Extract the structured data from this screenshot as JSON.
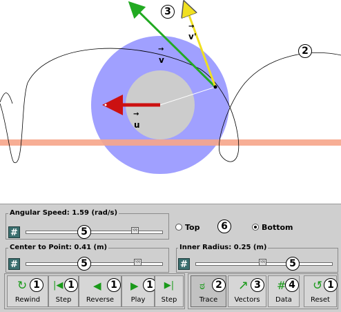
{
  "sim": {
    "vector_labels": {
      "v": "v",
      "v_prime": "v'",
      "u": "u",
      "arrow": "→"
    },
    "badges": {
      "green": "3",
      "curve": "2"
    },
    "colors": {
      "disk_outer": "#a0a0ff",
      "disk_inner": "#cccccc",
      "ground": "#f6a58a",
      "vec_v": "#22aa22",
      "vec_v_prime": "#f0e020",
      "vec_u": "#cc1111"
    }
  },
  "controls": {
    "angular_speed": {
      "label": "Angular Speed: 1.59 (rad/s)",
      "hash": "#",
      "badge": "5",
      "fraction": 0.8
    },
    "center_to_point": {
      "label": "Center to Point: 0.41 (m)",
      "hash": "#",
      "badge": "5",
      "fraction": 0.82
    },
    "inner_radius": {
      "label": "Inner Radius: 0.25 (m)",
      "hash": "#",
      "badge": "5",
      "fraction": 0.5
    },
    "view": {
      "top_label": "Top",
      "bottom_label": "Bottom",
      "selected": "Bottom",
      "badge": "6"
    },
    "buttons": [
      {
        "label": "Rewind",
        "icon": "↻",
        "badge": "1",
        "icon_name": "rewind-icon"
      },
      {
        "label": "Step",
        "icon": "|◀",
        "badge": "1",
        "icon_name": "step-back-icon"
      },
      {
        "label": "Reverse",
        "icon": "◀",
        "badge": "1",
        "icon_name": "reverse-icon"
      },
      {
        "label": "Play",
        "icon": "▶",
        "badge": "1",
        "icon_name": "play-icon"
      },
      {
        "label": "Step",
        "icon": "▶|",
        "badge": "",
        "icon_name": "step-forward-icon"
      }
    ],
    "toggles": [
      {
        "label": "Trace",
        "icon": "ಠ",
        "badge": "2",
        "icon_name": "trace-icon"
      },
      {
        "label": "Vectors",
        "icon": "↗",
        "badge": "3",
        "icon_name": "vectors-icon"
      },
      {
        "label": "Data",
        "icon": "#",
        "badge": "4",
        "icon_name": "data-icon"
      }
    ],
    "reset": {
      "label": "Reset",
      "icon": "↺",
      "badge": "1",
      "icon_name": "reset-icon"
    }
  }
}
